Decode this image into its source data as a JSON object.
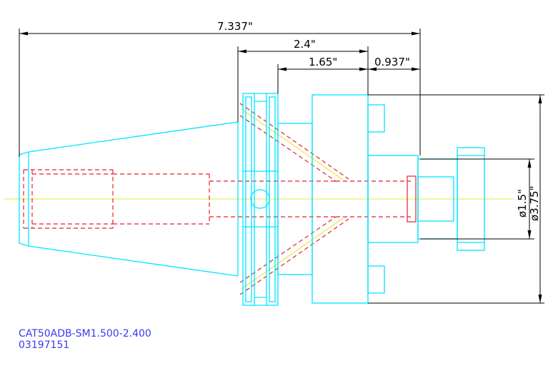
{
  "dimensions": {
    "overall_length": "7.337\"",
    "gauge_to_face": "2.4\"",
    "flange_to_face": "1.65\"",
    "projection": "0.937\"",
    "bore_diameter": "ø1.5\"",
    "body_diameter": "ø3.75\""
  },
  "title_block": {
    "part_number": "CAT50ADB-SM1.500-2.400",
    "drawing_number": "03197151"
  },
  "colors": {
    "outline": "#00e5ff",
    "hidden": "#e8212a",
    "centerline": "#e6e640",
    "dimension": "#000000",
    "title_text": "#3a3af0",
    "background": "#ffffff"
  }
}
